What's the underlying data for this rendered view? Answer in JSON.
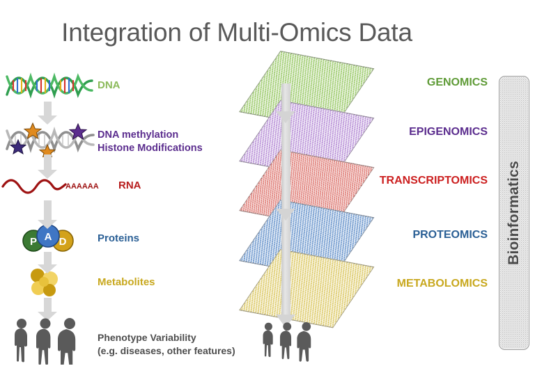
{
  "title": "Integration of Multi-Omics Data",
  "left_column": {
    "items": [
      {
        "id": "dna",
        "label": "DNA",
        "color": "#8bba5a",
        "icon": "dna-helix-icon"
      },
      {
        "id": "epigenetics",
        "label": "DNA methylation",
        "label2": "Histone Modifications",
        "color": "#5b2d8e",
        "icon": "methylated-dna-icon"
      },
      {
        "id": "rna",
        "label": "RNA",
        "color": "#b71c1c",
        "icon": "rna-strand-icon",
        "polya": "AAAAAA"
      },
      {
        "id": "proteins",
        "label": "Proteins",
        "color": "#2a5f95",
        "icon": "protein-complex-icon"
      },
      {
        "id": "metabolites",
        "label": "Metabolites",
        "color": "#c8a81e",
        "icon": "metabolite-cluster-icon"
      }
    ],
    "phenotype": {
      "line1": "Phenotype Variability",
      "line2": "(e.g. diseases, other features)",
      "color": "#4d4d4d",
      "icon": "human-figures-icon"
    }
  },
  "protein_subunits": [
    {
      "letter": "P",
      "color": "#3b7a33"
    },
    {
      "letter": "A",
      "color": "#3f76c4"
    },
    {
      "letter": "D",
      "color": "#d3a21b"
    }
  ],
  "omics_layers": [
    {
      "id": "genomics",
      "label": "GENOMICS",
      "color": "#5f9b37",
      "plane_color": "#bfe09a",
      "plane_class": "green"
    },
    {
      "id": "epigenomics",
      "label": "EPIGENOMICS",
      "color": "#5b2d8e",
      "plane_color": "#d5b9ea",
      "plane_class": "purple"
    },
    {
      "id": "transcriptomics",
      "label": "TRANSCRIPTOMICS",
      "color": "#cc1f1f",
      "plane_color": "#f0a7a0",
      "plane_class": "red"
    },
    {
      "id": "proteomics",
      "label": "PROTEOMICS",
      "color": "#2a5f95",
      "plane_color": "#9dbde4",
      "plane_class": "blue"
    },
    {
      "id": "metabolomics",
      "label": "METABOLOMICS",
      "color": "#c8a81e",
      "plane_color": "#ecdf9a",
      "plane_class": "yellow"
    }
  ],
  "bioinformatics": {
    "label": "Bioinformatics",
    "color": "#4a4a4a"
  },
  "palette": {
    "background": "#ffffff",
    "title_color": "#595959",
    "arrow_gray": "#d7d7d7",
    "figure_gray": "#5a5a5a"
  }
}
